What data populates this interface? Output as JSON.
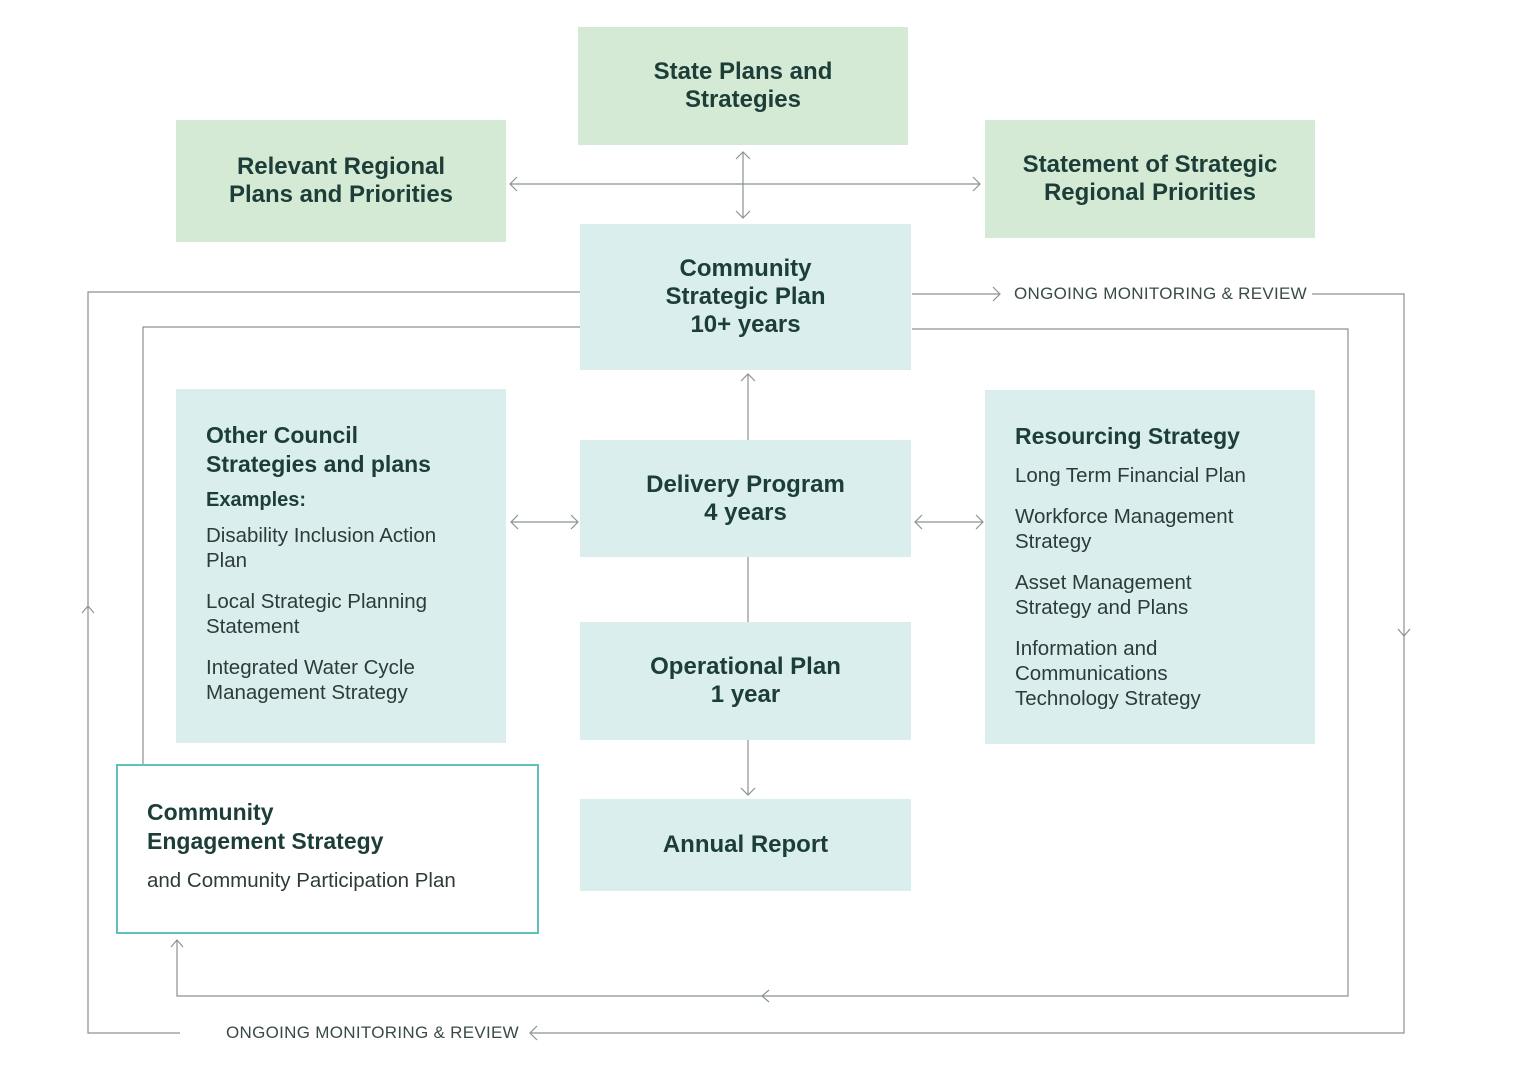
{
  "nodes": {
    "state_plans": {
      "title": "State Plans and\nStrategies"
    },
    "regional_plans": {
      "title": "Relevant Regional\nPlans and Priorities"
    },
    "statement_priorities": {
      "title": "Statement of Strategic\nRegional Priorities"
    },
    "community_strategic_plan": {
      "title": "Community\nStrategic Plan\n10+ years"
    },
    "other_strategies": {
      "title": "Other Council\nStrategies and plans",
      "subtitle": "Examples:",
      "items": [
        "Disability Inclusion Action\nPlan",
        "Local Strategic Planning\nStatement",
        "Integrated Water Cycle\nManagement Strategy"
      ]
    },
    "delivery_program": {
      "title": "Delivery Program\n4 years"
    },
    "resourcing_strategy": {
      "title": "Resourcing Strategy",
      "items": [
        "Long Term Financial Plan",
        "Workforce Management\nStrategy",
        "Asset Management\nStrategy and Plans",
        "Information and\nCommunications\nTechnology Strategy"
      ]
    },
    "operational_plan": {
      "title": "Operational Plan\n1 year"
    },
    "annual_report": {
      "title": "Annual Report"
    },
    "engagement_strategy": {
      "title": "Community\nEngagement Strategy",
      "subtitle": "and Community Participation Plan"
    }
  },
  "labels": {
    "monitoring_top": "ONGOING MONITORING & REVIEW",
    "monitoring_bottom": "ONGOING MONITORING & REVIEW"
  },
  "colors": {
    "green_box": "#d4ead5",
    "teal_box": "#daeeee",
    "outline": "#5fc0bc",
    "text": "#1c3d38",
    "line": "#8a9391"
  }
}
